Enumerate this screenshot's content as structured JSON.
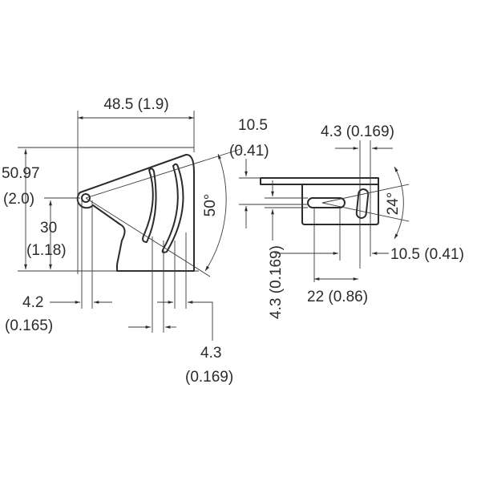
{
  "side_view": {
    "width_label": "48.5 (1.9)",
    "height_label": "50.97",
    "height_label_in": "(2.0)",
    "pivot_height_label": "30",
    "pivot_height_label_in": "(1.18)",
    "hole_label": "4.2",
    "hole_label_in": "(0.165)",
    "slot_width_label": "4.3",
    "slot_width_label_in": "(0.169)",
    "angle_label": "50°"
  },
  "top_view": {
    "thickness_label": "10.5",
    "thickness_label_in": "(0.41)",
    "slot_width_label": "4.3 (0.169)",
    "slot_vertical_label": "4.3 (0.169)",
    "angle_label": "24°",
    "offset_label": "10.5 (0.41)",
    "spacing_label": "22 (0.86)"
  },
  "colors": {
    "line": "#2b2b2b",
    "background": "#ffffff"
  }
}
